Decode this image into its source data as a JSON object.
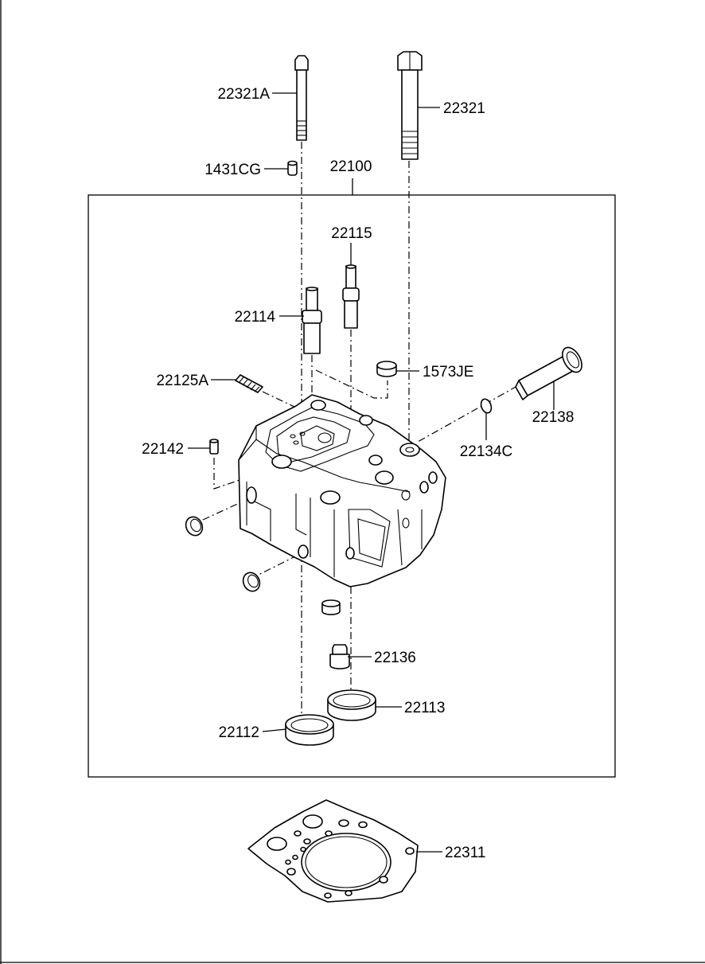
{
  "labels": {
    "p22321A": "22321A",
    "p22321": "22321",
    "p1431CG": "1431CG",
    "p22100": "22100",
    "p22115": "22115",
    "p22114": "22114",
    "p1573JE": "1573JE",
    "p22125A": "22125A",
    "p22138": "22138",
    "p22142": "22142",
    "p22134C": "22134C",
    "p22136": "22136",
    "p22113": "22113",
    "p22112": "22112",
    "p22311": "22311"
  }
}
